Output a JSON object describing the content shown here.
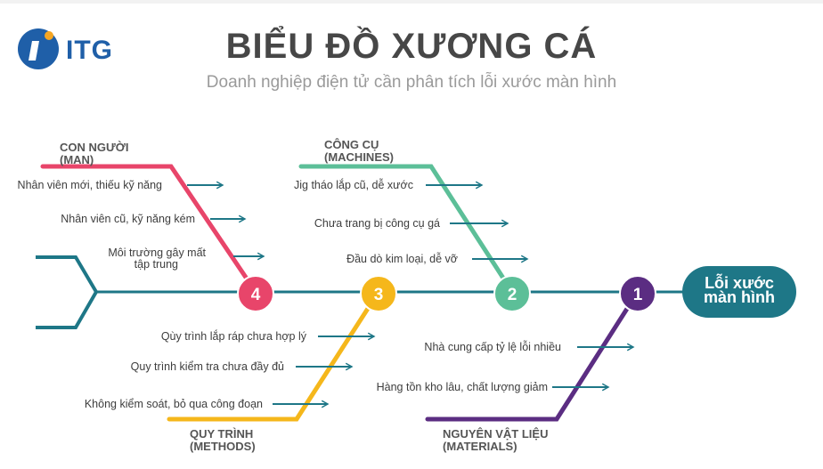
{
  "brand": {
    "name": "ITG",
    "color": "#1f5fa8",
    "accent": "#f5a623"
  },
  "title": "BIỂU ĐỒ XƯƠNG CÁ",
  "subtitle": "Doanh nghiệp điện tử cần phân tích lỗi xước màn hình",
  "effect": {
    "label_line1": "Lỗi xước",
    "label_line2": "màn hình",
    "color": "#1e7787"
  },
  "spine_color": "#1e7787",
  "categories": [
    {
      "number": "1",
      "name_line1": "NGUYÊN VẬT LIỆU",
      "name_line2": "(MATERIALS)",
      "color": "#5b2d82",
      "causes": [
        "Nhà cung cấp tỷ lệ lỗi nhiều",
        "Hàng tồn kho lâu, chất lượng giảm"
      ]
    },
    {
      "number": "2",
      "name_line1": "CÔNG CỤ",
      "name_line2": "(MACHINES)",
      "color": "#5cbf98",
      "causes": [
        "Jig tháo lắp cũ, dễ xước",
        "Chưa trang bị công cụ gá",
        "Đầu dò kim loại, dễ vỡ"
      ]
    },
    {
      "number": "3",
      "name_line1": "QUY TRÌNH",
      "name_line2": "(METHODS)",
      "color": "#f5b71b",
      "causes": [
        "Qùy trình lắp ráp chưa hợp lý",
        "Quy trình kiểm tra chưa đầy đủ",
        "Không kiểm soát, bỏ qua công đoạn"
      ]
    },
    {
      "number": "4",
      "name_line1": "CON NGƯỜI",
      "name_line2": "(MAN)",
      "color": "#e8456a",
      "causes": [
        "Nhân viên mới, thiếu kỹ năng",
        "Nhân viên cũ, kỹ năng kém",
        "Môi trường gây mất",
        "tập trung"
      ]
    }
  ]
}
